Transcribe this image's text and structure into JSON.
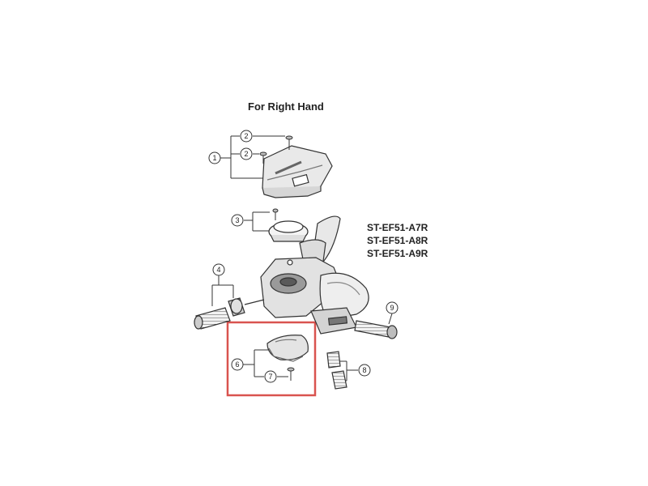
{
  "heading": "For Right Hand",
  "models": [
    "ST-EF51-A7R",
    "ST-EF51-A8R",
    "ST-EF51-A9R"
  ],
  "callouts": {
    "c1": "1",
    "c2a": "2",
    "c2b": "2",
    "c3": "3",
    "c4": "4",
    "c6": "6",
    "c7": "7",
    "c8": "8",
    "c9": "9"
  },
  "colors": {
    "highlight": "#d9534f",
    "line": "#333333",
    "part_fill": "#e6e6e6",
    "part_dark": "#8a8a8a"
  }
}
